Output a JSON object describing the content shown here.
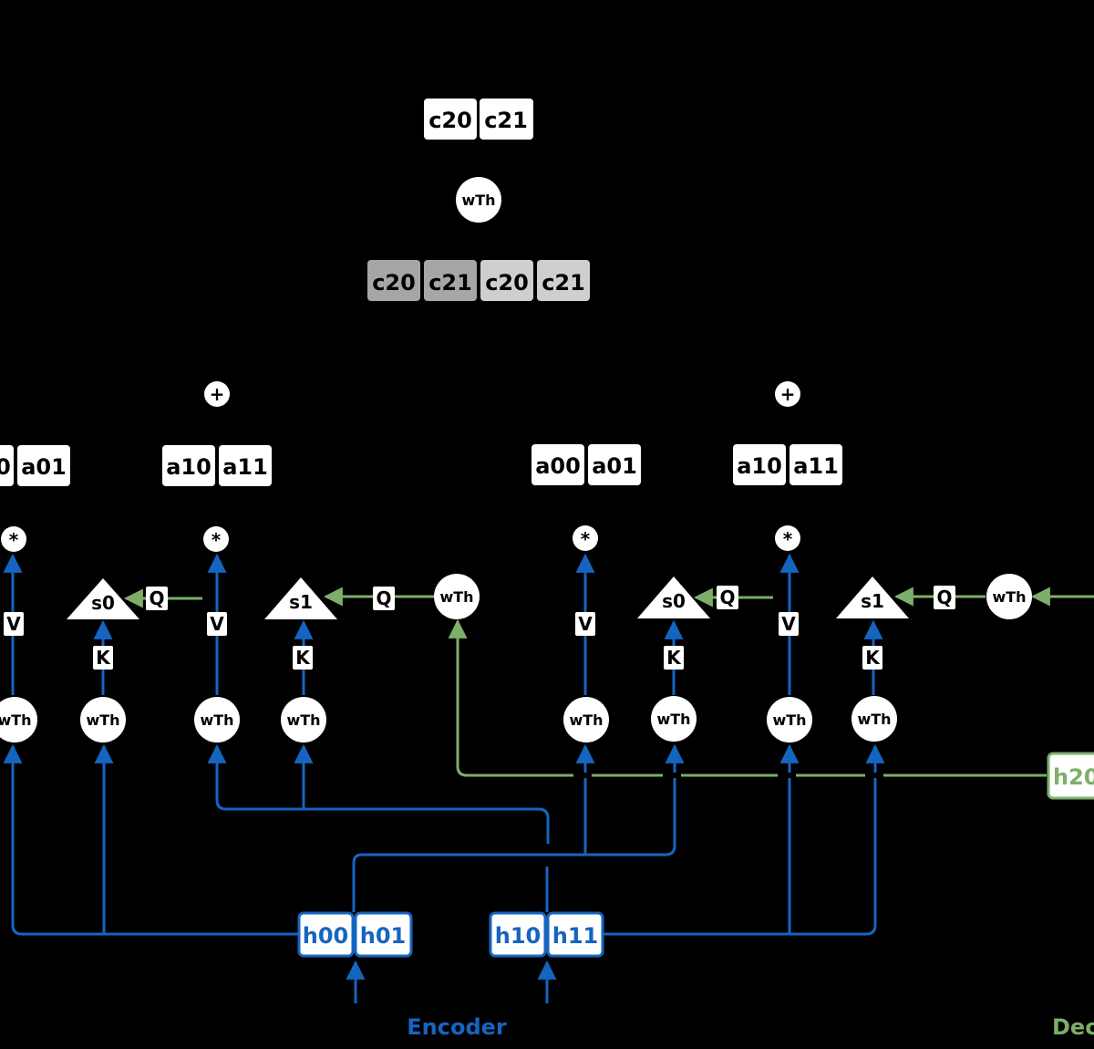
{
  "colors": {
    "background": "#000000",
    "encoder": "#1565C0",
    "decoder": "#7DAE6A",
    "node_fill": "#FFFFFF",
    "node_text": "#000000",
    "concat_fill_a": "#A6A6A6",
    "concat_fill_b": "#CFCFCF"
  },
  "labels": {
    "encoder": "Encoder",
    "decoder": "Dec",
    "c20": "c20",
    "c21": "c21",
    "wth": "wTh",
    "plus": "+",
    "star": "*",
    "V": "V",
    "K": "K",
    "Q": "Q",
    "s0": "s0",
    "s1": "s1",
    "a00": "a00",
    "a01": "a01",
    "a10": "a10",
    "a11": "a11",
    "h00": "h00",
    "h01": "h01",
    "h10": "h10",
    "h11": "h11",
    "h20": "h20"
  }
}
